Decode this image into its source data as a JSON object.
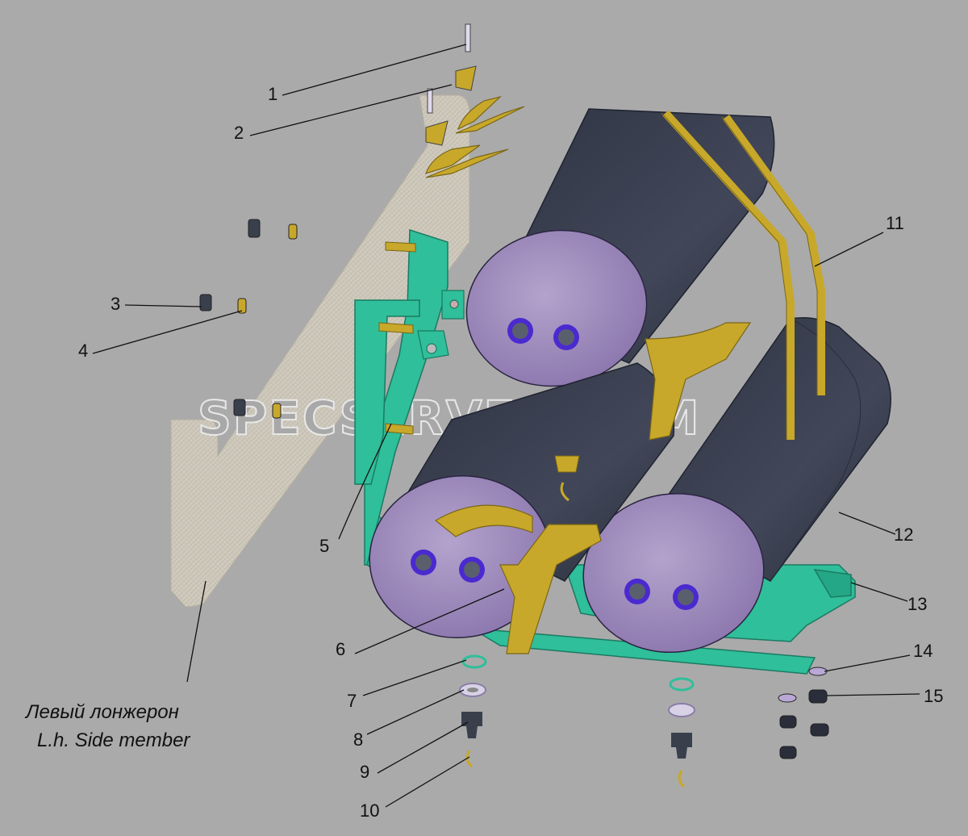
{
  "watermark": "SPECSERVER.COM",
  "side_member_label_ru": "Левый лонжерон",
  "side_member_label_en": "L.h. Side member",
  "callouts": [
    "1",
    "2",
    "3",
    "4",
    "5",
    "6",
    "7",
    "8",
    "9",
    "10",
    "11",
    "12",
    "13",
    "14",
    "15"
  ],
  "colors": {
    "background": "#aaaaaa",
    "tank_body": "#3b4050",
    "tank_end": "#9a86b8",
    "bracket": "#2fbf9a",
    "strap": "#c8a82a",
    "side_member": "#cfcabd",
    "port_ring": "#4a2ad0"
  }
}
